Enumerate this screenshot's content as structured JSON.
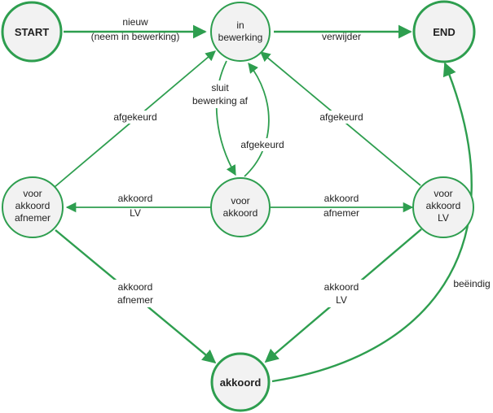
{
  "nodes": {
    "start": "START",
    "in_bewerking": [
      "in",
      "bewerking"
    ],
    "end": "END",
    "voor_akkoord_afnemer": [
      "voor",
      "akkoord",
      "afnemer"
    ],
    "voor_akkoord": [
      "voor",
      "akkoord"
    ],
    "voor_akkoord_lv": [
      "voor",
      "akkoord",
      "LV"
    ],
    "akkoord": "akkoord"
  },
  "edges": {
    "start_to_inbewerking": [
      "nieuw",
      "(neem in bewerking)"
    ],
    "inbewerking_to_end": "verwijder",
    "inbewerking_to_vooraccoord": [
      "sluit",
      "bewerking af"
    ],
    "vooraccoord_to_inbewerking": "afgekeurd",
    "afnemer_to_inbewerking": "afgekeurd",
    "lv_to_inbewerking": "afgekeurd",
    "vooraccoord_to_afnemer": [
      "akkoord",
      "LV"
    ],
    "vooraccoord_to_lv": [
      "akkoord",
      "afnemer"
    ],
    "afnemer_to_akkoord": [
      "akkoord",
      "afnemer"
    ],
    "lv_to_akkoord": [
      "akkoord",
      "LV"
    ],
    "akkoord_to_end": "beëindig"
  },
  "colors": {
    "accent": "#2e9e4f",
    "node_fill": "#f2f2f2"
  }
}
